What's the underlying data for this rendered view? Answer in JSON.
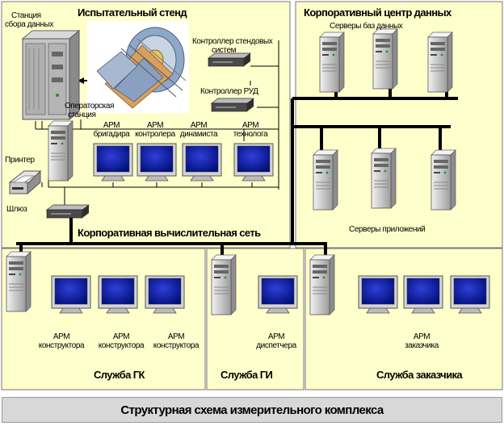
{
  "sections": {
    "test_stand": {
      "title": "Испытательный стенд",
      "station_label_line1": "Станция",
      "station_label_line2": "сбора данных",
      "controller_stands_line1": "Контроллер стендовых",
      "controller_stands_line2": "систем",
      "controller_rud": "Контроллер РУД",
      "operator_line1": "Операторская",
      "operator_line2": "станция",
      "printer": "Принтер",
      "gateway": "Шлюз",
      "workstations": [
        {
          "line1": "АРМ",
          "line2": "бригадира"
        },
        {
          "line1": "АРМ",
          "line2": "контролера"
        },
        {
          "line1": "АРМ",
          "line2": "динамиста"
        },
        {
          "line1": "АРМ",
          "line2": "технолога"
        }
      ]
    },
    "data_center": {
      "title": "Корпоративный центр данных",
      "db_servers": "Серверы баз данных",
      "app_servers": "Серверы приложений"
    },
    "network": {
      "title": "Корпоративная вычислительная сеть"
    },
    "gk": {
      "title": "Служба ГК",
      "workstations": [
        {
          "line1": "АРМ",
          "line2": "конструктора"
        },
        {
          "line1": "АРМ",
          "line2": "конструктора"
        },
        {
          "line1": "АРМ",
          "line2": "конструктора"
        }
      ]
    },
    "gi": {
      "title": "Служба ГИ",
      "workstations": [
        {
          "line1": "АРМ",
          "line2": "диспетчера"
        }
      ]
    },
    "customer": {
      "title": "Служба заказчика",
      "workstation": {
        "line1": "АРМ",
        "line2": "заказчика"
      }
    }
  },
  "caption": "Структурная схема измерительного комплекса",
  "colors": {
    "panel": "#ffffcc",
    "screen": "#001a9e",
    "case": "#d7d7d7",
    "bus": "#000000"
  }
}
